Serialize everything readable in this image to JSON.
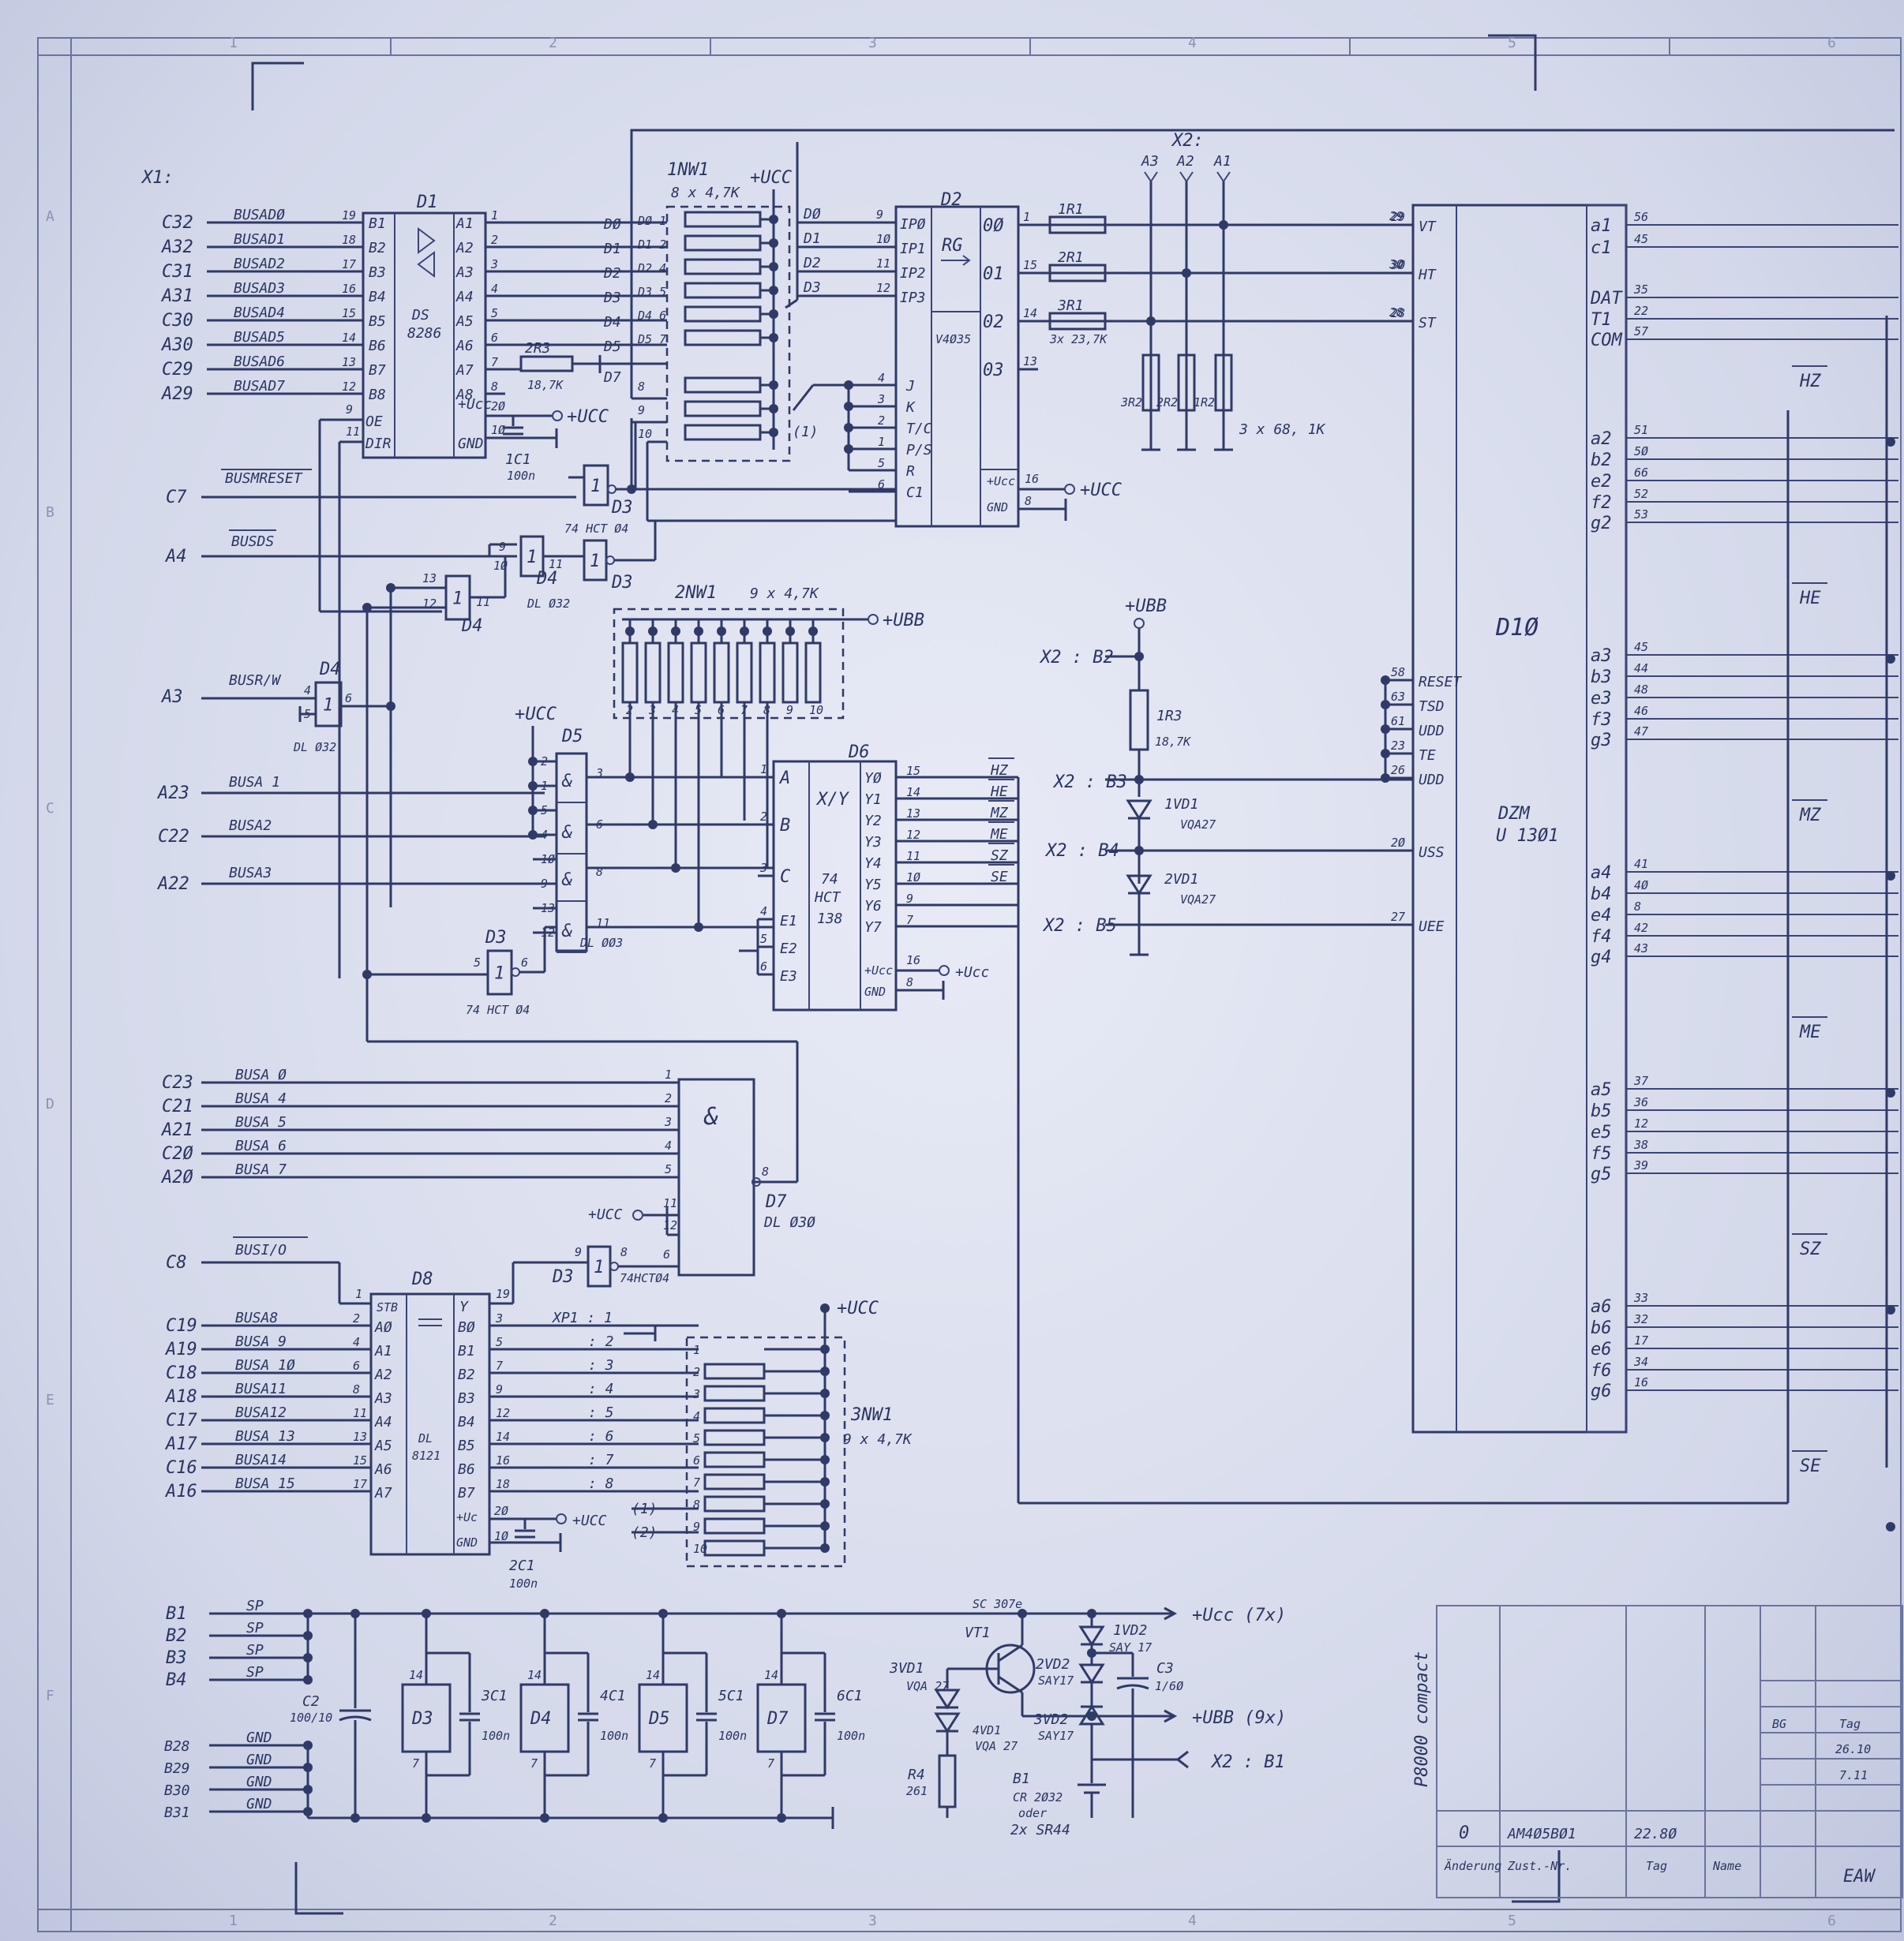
{
  "power": {
    "ucc": "+UCC",
    "ubb": "+UBB",
    "ucc7": "+Ucc  (7x)",
    "ubb9": "+UBB  (9x)",
    "x2b1": "X2 : B1"
  },
  "grid": {
    "cols": [
      "1",
      "2",
      "3",
      "4",
      "5",
      "6"
    ],
    "rows": [
      "A",
      "B",
      "C",
      "D",
      "E",
      "F"
    ]
  },
  "x1": "X1:",
  "d1": {
    "ref": "D1",
    "type_a": "DS",
    "type_b": "8286",
    "oe": "OE",
    "dir": "DIR",
    "ucc": "+Ucc",
    "gnd": "GND",
    "pin9": "9",
    "pin11": "11",
    "left": [
      {
        "conn": "C32",
        "sig": "BUSADØ",
        "pin": "19",
        "port": "B1"
      },
      {
        "conn": "A32",
        "sig": "BUSAD1",
        "pin": "18",
        "port": "B2"
      },
      {
        "conn": "C31",
        "sig": "BUSAD2",
        "pin": "17",
        "port": "B3"
      },
      {
        "conn": "A31",
        "sig": "BUSAD3",
        "pin": "16",
        "port": "B4"
      },
      {
        "conn": "C30",
        "sig": "BUSAD4",
        "pin": "15",
        "port": "B5"
      },
      {
        "conn": "A30",
        "sig": "BUSAD5",
        "pin": "14",
        "port": "B6"
      },
      {
        "conn": "C29",
        "sig": "BUSAD6",
        "pin": "13",
        "port": "B7"
      },
      {
        "conn": "A29",
        "sig": "BUSAD7",
        "pin": "12",
        "port": "B8"
      }
    ],
    "right": [
      {
        "port": "A1",
        "pin": "1",
        "net": "DØ"
      },
      {
        "port": "A2",
        "pin": "2",
        "net": "D1"
      },
      {
        "port": "A3",
        "pin": "3",
        "net": "D2"
      },
      {
        "port": "A4",
        "pin": "4",
        "net": "D3"
      },
      {
        "port": "A5",
        "pin": "5",
        "net": "D4"
      },
      {
        "port": "A6",
        "pin": "6",
        "net": "D5"
      },
      {
        "port": "A7",
        "pin": "7",
        "net": "D7"
      },
      {
        "port": "A8",
        "pin": "8",
        "net": ""
      }
    ],
    "pin20": "2Ø",
    "pin10": "1Ø"
  },
  "networks": {
    "rn1": {
      "ref": "1NW1",
      "value": "8 x 4,7K",
      "note": "(1)",
      "pins": [
        "DØ 1",
        "D1 2",
        "D2 4",
        "D3 5",
        "D4 6",
        "D5 7",
        "D7 8",
        "8",
        "9",
        "10"
      ]
    },
    "rn2": {
      "ref": "2NW1",
      "value": "9 x 4,7K",
      "pins": [
        "1",
        "2",
        "3",
        "4",
        "5",
        "6",
        "7",
        "8",
        "9",
        "10"
      ]
    },
    "rn3": {
      "ref": "3NW1",
      "value": "9 x 4,7K",
      "pins": [
        "1",
        "2",
        "3",
        "4",
        "5",
        "6",
        "7",
        "8",
        "9",
        "10"
      ]
    }
  },
  "d2": {
    "ref": "D2",
    "func": "RG",
    "type": "V4Ø35",
    "ucc": "+Ucc",
    "gnd": "GND",
    "pin16": "16",
    "pin8": "8",
    "inputs": [
      {
        "net": "DØ",
        "pin": "9",
        "port": "IPØ"
      },
      {
        "net": "D1",
        "pin": "1Ø",
        "port": "IP1"
      },
      {
        "net": "D2",
        "pin": "11",
        "port": "IP2"
      },
      {
        "net": "D3",
        "pin": "12",
        "port": "IP3"
      }
    ],
    "outputs": [
      {
        "port": "0Ø",
        "pin": "1"
      },
      {
        "port": "01",
        "pin": "15"
      },
      {
        "port": "02",
        "pin": "14"
      },
      {
        "port": "03",
        "pin": "13"
      }
    ],
    "ctrl": [
      {
        "port": "J",
        "pin": "4"
      },
      {
        "port": "K",
        "pin": "3"
      },
      {
        "port": "T/C",
        "pin": "2"
      },
      {
        "port": "P/S",
        "pin": "1"
      },
      {
        "port": "R",
        "pin": "5"
      },
      {
        "port": "C1",
        "pin": "6"
      }
    ]
  },
  "resistors": {
    "r2r3": {
      "ref": "2R3",
      "value": "18,7K"
    },
    "series": [
      {
        "ref": "1R1",
        "pin_d10": "29"
      },
      {
        "ref": "2R1",
        "pin_d10": "3Ø"
      },
      {
        "ref": "3R1",
        "value": "3x 23,7K",
        "pin_d10": "28"
      }
    ],
    "pulldown": [
      {
        "ref": "3R2"
      },
      {
        "ref": "2R2"
      },
      {
        "ref": "1R2"
      }
    ],
    "pulldown_value": "3 x 68, 1K",
    "x2_header": "X2:",
    "x2_pins": [
      "A3",
      "A2",
      "A1"
    ],
    "r1r3": {
      "ref": "1R3",
      "value": "18,7K"
    },
    "r4": {
      "ref": "R4",
      "value": "261"
    }
  },
  "x2_led": {
    "b2": "X2 : B2",
    "b3": "X2 : B3",
    "b4": "X2 : B4",
    "b5": "X2 : B5",
    "ubb": "+UBB",
    "vd1": {
      "ref": "1VD1",
      "type": "VQA27"
    },
    "vd2": {
      "ref": "2VD1",
      "type": "VQA27"
    }
  },
  "d10": {
    "ref": "D1Ø",
    "type_a": "DZM",
    "type_b": "U 13Ø1",
    "left": [
      {
        "port": "VT",
        "pin": "29"
      },
      {
        "port": "HT",
        "pin": "3Ø"
      },
      {
        "port": "ST",
        "pin": "28"
      },
      {
        "port": "RESET",
        "pin": "58"
      },
      {
        "port": "TSD",
        "pin": "63"
      },
      {
        "port": "UDD",
        "pin": "61"
      },
      {
        "port": "TE",
        "pin": "23"
      },
      {
        "port": "UDD",
        "pin": "26"
      },
      {
        "port": "USS",
        "pin": "2Ø"
      },
      {
        "port": "UEE",
        "pin": "27"
      }
    ],
    "right": [
      {
        "port": "a1",
        "pin": "56"
      },
      {
        "port": "c1",
        "pin": "45"
      },
      {
        "port": "DAT",
        "pin": "35"
      },
      {
        "port": "T1",
        "pin": "22"
      },
      {
        "port": "COM",
        "pin": "57"
      },
      {
        "port": "a2",
        "pin": "51"
      },
      {
        "port": "b2",
        "pin": "5Ø"
      },
      {
        "port": "e2",
        "pin": "66"
      },
      {
        "port": "f2",
        "pin": "52"
      },
      {
        "port": "g2",
        "pin": "53"
      },
      {
        "port": "a3",
        "pin": "45"
      },
      {
        "port": "b3",
        "pin": "44"
      },
      {
        "port": "e3",
        "pin": "48"
      },
      {
        "port": "f3",
        "pin": "46"
      },
      {
        "port": "g3",
        "pin": "47"
      },
      {
        "port": "a4",
        "pin": "41"
      },
      {
        "port": "b4",
        "pin": "4Ø"
      },
      {
        "port": "e4",
        "pin": "8"
      },
      {
        "port": "f4",
        "pin": "42"
      },
      {
        "port": "g4",
        "pin": "43"
      },
      {
        "port": "a5",
        "pin": "37"
      },
      {
        "port": "b5",
        "pin": "36"
      },
      {
        "port": "e5",
        "pin": "12"
      },
      {
        "port": "f5",
        "pin": "38"
      },
      {
        "port": "g5",
        "pin": "39"
      },
      {
        "port": "a6",
        "pin": "33"
      },
      {
        "port": "b6",
        "pin": "32"
      },
      {
        "port": "e6",
        "pin": "17"
      },
      {
        "port": "f6",
        "pin": "34"
      },
      {
        "port": "g6",
        "pin": "16"
      }
    ],
    "bus_labels": [
      "HZ",
      "HE",
      "MZ",
      "ME",
      "SZ",
      "SE"
    ]
  },
  "gates": {
    "busmreset": {
      "conn": "C7",
      "sig": "BUSMRESET"
    },
    "busds": {
      "conn": "A4",
      "sig": "BUSDS"
    },
    "busrw": {
      "conn": "A3",
      "sig": "BUSR/W"
    },
    "d3a": {
      "ref": "D3",
      "type": "74 HCT Ø4"
    },
    "d3b": {
      "ref": "D3"
    },
    "d4a": {
      "ref": "D4",
      "type": "DL Ø32"
    },
    "d4b": {
      "ref": "D4",
      "type": "DL Ø32"
    },
    "d4c": {
      "ref": "D4",
      "type": "DL Ø32"
    },
    "d3c": {
      "ref": "D3",
      "type": "74 HCT Ø4"
    },
    "d3d": {
      "ref": "D3",
      "type": "74HCTØ4"
    },
    "one": "1"
  },
  "d5": {
    "ref": "D5",
    "type": "DL ØØ3",
    "and": "&",
    "inputs": [
      {
        "conn": "A23",
        "sig": "BUSA 1"
      },
      {
        "conn": "C22",
        "sig": "BUSA2"
      },
      {
        "conn": "A22",
        "sig": "BUSA3"
      }
    ],
    "pins_in": [
      "2",
      "1",
      "5",
      "4",
      "1Ø",
      "9",
      "13",
      "12"
    ],
    "pins_out": [
      "3",
      "6",
      "8",
      "11"
    ]
  },
  "d6": {
    "ref": "D6",
    "func": "X/Y",
    "type_a": "74",
    "type_b": "HCT",
    "type_c": "138",
    "inputs": [
      {
        "port": "A",
        "pin": "1"
      },
      {
        "port": "B",
        "pin": "2"
      },
      {
        "port": "C",
        "pin": "3"
      },
      {
        "port": "E1",
        "pin": "4"
      },
      {
        "port": "E2",
        "pin": "5"
      },
      {
        "port": "E3",
        "pin": "6"
      }
    ],
    "outputs": [
      {
        "port": "YØ",
        "pin": "15",
        "net": "HZ"
      },
      {
        "port": "Y1",
        "pin": "14",
        "net": "HE"
      },
      {
        "port": "Y2",
        "pin": "13",
        "net": "MZ"
      },
      {
        "port": "Y3",
        "pin": "12",
        "net": "ME"
      },
      {
        "port": "Y4",
        "pin": "11",
        "net": "SZ"
      },
      {
        "port": "Y5",
        "pin": "1Ø",
        "net": "SE"
      },
      {
        "port": "Y6",
        "pin": "9",
        "net": ""
      },
      {
        "port": "Y7",
        "pin": "7",
        "net": ""
      }
    ],
    "ucc": "+Ucc",
    "gnd": "GND",
    "pin16": "16",
    "pin8": "8"
  },
  "d7": {
    "ref": "D7",
    "type": "DL Ø3Ø",
    "symbol": "&",
    "out_pin": "8",
    "inputs": [
      {
        "conn": "C23",
        "sig": "BUSA Ø",
        "pin": "1"
      },
      {
        "conn": "C21",
        "sig": "BUSA 4",
        "pin": "2"
      },
      {
        "conn": "A21",
        "sig": "BUSA 5",
        "pin": "3"
      },
      {
        "conn": "C2Ø",
        "sig": "BUSA 6",
        "pin": "4"
      },
      {
        "conn": "A2Ø",
        "sig": "BUSA 7",
        "pin": "5"
      }
    ],
    "pins_extra": [
      "11",
      "12",
      "6"
    ]
  },
  "d8": {
    "ref": "D8",
    "type_a": "DL",
    "type_b": "8121",
    "busio": {
      "conn": "C8",
      "sig": "BUSI/O"
    },
    "stb": "STB",
    "y": "Y",
    "pin1": "1",
    "pin19": "19",
    "inputs": [
      {
        "conn": "C19",
        "sig": "BUSA8",
        "pin": "2",
        "port": "AØ"
      },
      {
        "conn": "A19",
        "sig": "BUSA 9",
        "pin": "4",
        "port": "A1"
      },
      {
        "conn": "C18",
        "sig": "BUSA 1Ø",
        "pin": "6",
        "port": "A2"
      },
      {
        "conn": "A18",
        "sig": "BUSA11",
        "pin": "8",
        "port": "A3"
      },
      {
        "conn": "C17",
        "sig": "BUSA12",
        "pin": "11",
        "port": "A4"
      },
      {
        "conn": "A17",
        "sig": "BUSA 13",
        "pin": "13",
        "port": "A5"
      },
      {
        "conn": "C16",
        "sig": "BUSA14",
        "pin": "15",
        "port": "A6"
      },
      {
        "conn": "A16",
        "sig": "BUSA 15",
        "pin": "17",
        "port": "A7"
      }
    ],
    "outputs": [
      {
        "port": "BØ",
        "pin": "3",
        "xp": "XP1 : 1"
      },
      {
        "port": "B1",
        "pin": "5",
        "xp": ": 2"
      },
      {
        "port": "B2",
        "pin": "7",
        "xp": ": 3"
      },
      {
        "port": "B3",
        "pin": "9",
        "xp": ": 4"
      },
      {
        "port": "B4",
        "pin": "12",
        "xp": ": 5"
      },
      {
        "port": "B5",
        "pin": "14",
        "xp": ": 6"
      },
      {
        "port": "B6",
        "pin": "16",
        "xp": ": 7"
      },
      {
        "port": "B7",
        "pin": "18",
        "xp": ": 8"
      }
    ],
    "notes": [
      "(1)",
      "(2)"
    ],
    "ucc": "+Uc",
    "gnd": "GND",
    "pin20": "2Ø",
    "pin10": "1Ø",
    "cap": {
      "ref": "2C1",
      "value": "100n"
    }
  },
  "caps": {
    "c1c1": {
      "ref": "1C1",
      "value": "100n"
    }
  },
  "supply": {
    "sp": [
      {
        "conn": "B1",
        "sig": "SP"
      },
      {
        "conn": "B2",
        "sig": "SP"
      },
      {
        "conn": "B3",
        "sig": "SP"
      },
      {
        "conn": "B4",
        "sig": "SP"
      }
    ],
    "gnd": [
      {
        "conn": "B28",
        "sig": "GND"
      },
      {
        "conn": "B29",
        "sig": "GND"
      },
      {
        "conn": "B30",
        "sig": "GND"
      },
      {
        "conn": "B31",
        "sig": "GND"
      }
    ],
    "c2": {
      "ref": "C2",
      "value": "100/10"
    },
    "blocks": [
      {
        "ic": "D3",
        "cap": "3C1",
        "cval": "100n"
      },
      {
        "ic": "D4",
        "cap": "4C1",
        "cval": "100n"
      },
      {
        "ic": "D5",
        "cap": "5C1",
        "cval": "100n"
      },
      {
        "ic": "D7",
        "cap": "6C1",
        "cval": "100n"
      }
    ],
    "pin14": "14",
    "pin7": "7",
    "vt1": {
      "ref": "VT1",
      "type": "SC 307e"
    },
    "vd3": {
      "ref": "3VD1",
      "type": "VQA 27"
    },
    "vd4": {
      "ref": "4VD1",
      "type": "VQA 27"
    },
    "vd_1vd2": {
      "ref": "1VD2",
      "type": "SAY 17"
    },
    "vd_2vd2": {
      "ref": "2VD2",
      "type": "SAY17"
    },
    "vd_3vd2": {
      "ref": "3VD2",
      "type": "SAY17"
    },
    "c3": {
      "ref": "C3",
      "value": "1/6Ø"
    },
    "b1": {
      "ref": "B1",
      "type": "CR 2Ø32",
      "alt": "oder",
      "alt2": "2x SR44"
    }
  },
  "titleblock": {
    "product": "P8000 compact",
    "revision": "0",
    "doc": "AM4Ø5BØ1",
    "date": "22.8Ø",
    "lbl_change": "Änderung",
    "lbl_doc": "Zust.-Nr.",
    "lbl_day": "Tag",
    "lbl_name": "Name",
    "company": "EAW",
    "dates": [
      "26.10",
      "7.11"
    ],
    "bg_label": "BG",
    "day_label": "Tag"
  }
}
